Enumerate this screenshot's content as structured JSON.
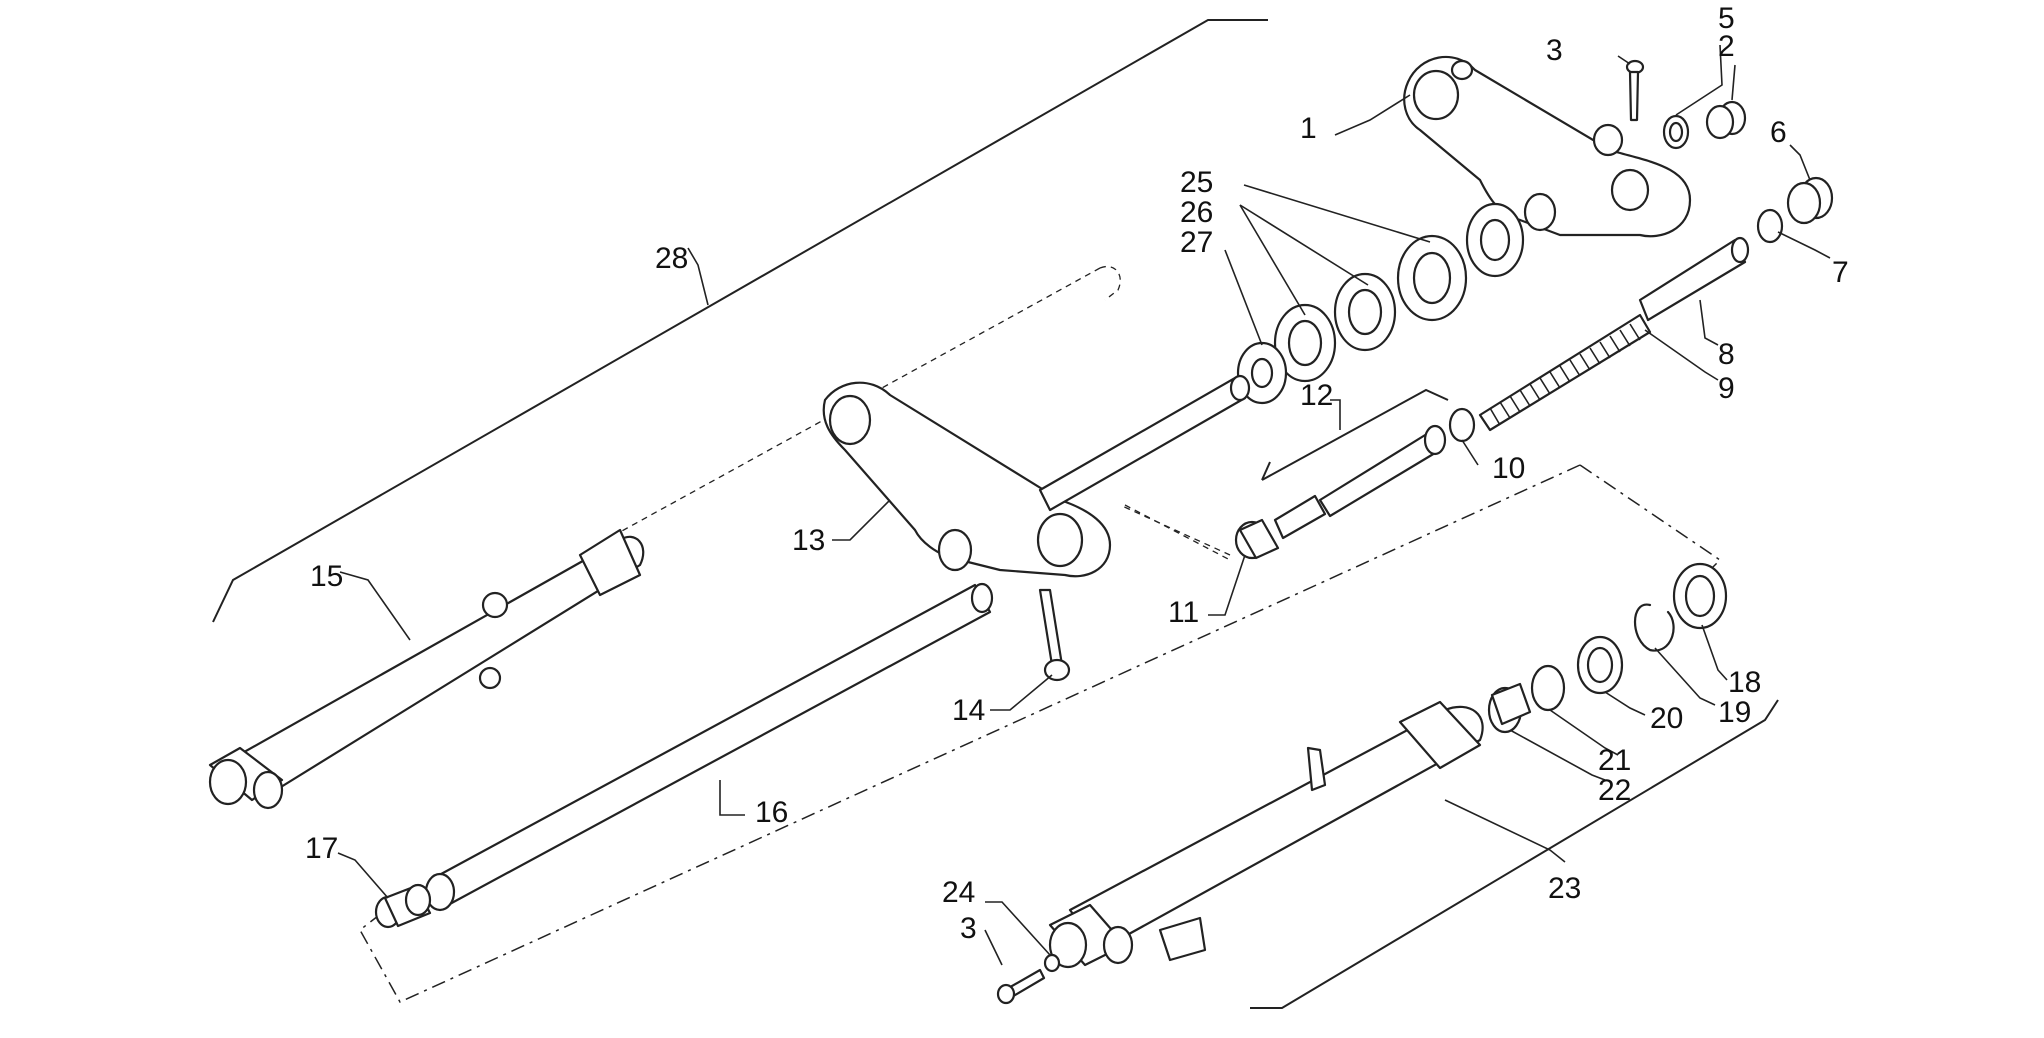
{
  "labels": {
    "p1": "1",
    "p2": "2",
    "p3a": "3",
    "p3b": "3",
    "p5": "5",
    "p6": "6",
    "p7": "7",
    "p8": "8",
    "p9": "9",
    "p10": "10",
    "p11": "11",
    "p12": "12",
    "p13": "13",
    "p14": "14",
    "p15": "15",
    "p16": "16",
    "p17": "17",
    "p18": "18",
    "p19": "19",
    "p20": "20",
    "p21": "21",
    "p22": "22",
    "p23": "23",
    "p24": "24",
    "p25": "25",
    "p26": "26",
    "p27": "27",
    "p28": "28"
  }
}
